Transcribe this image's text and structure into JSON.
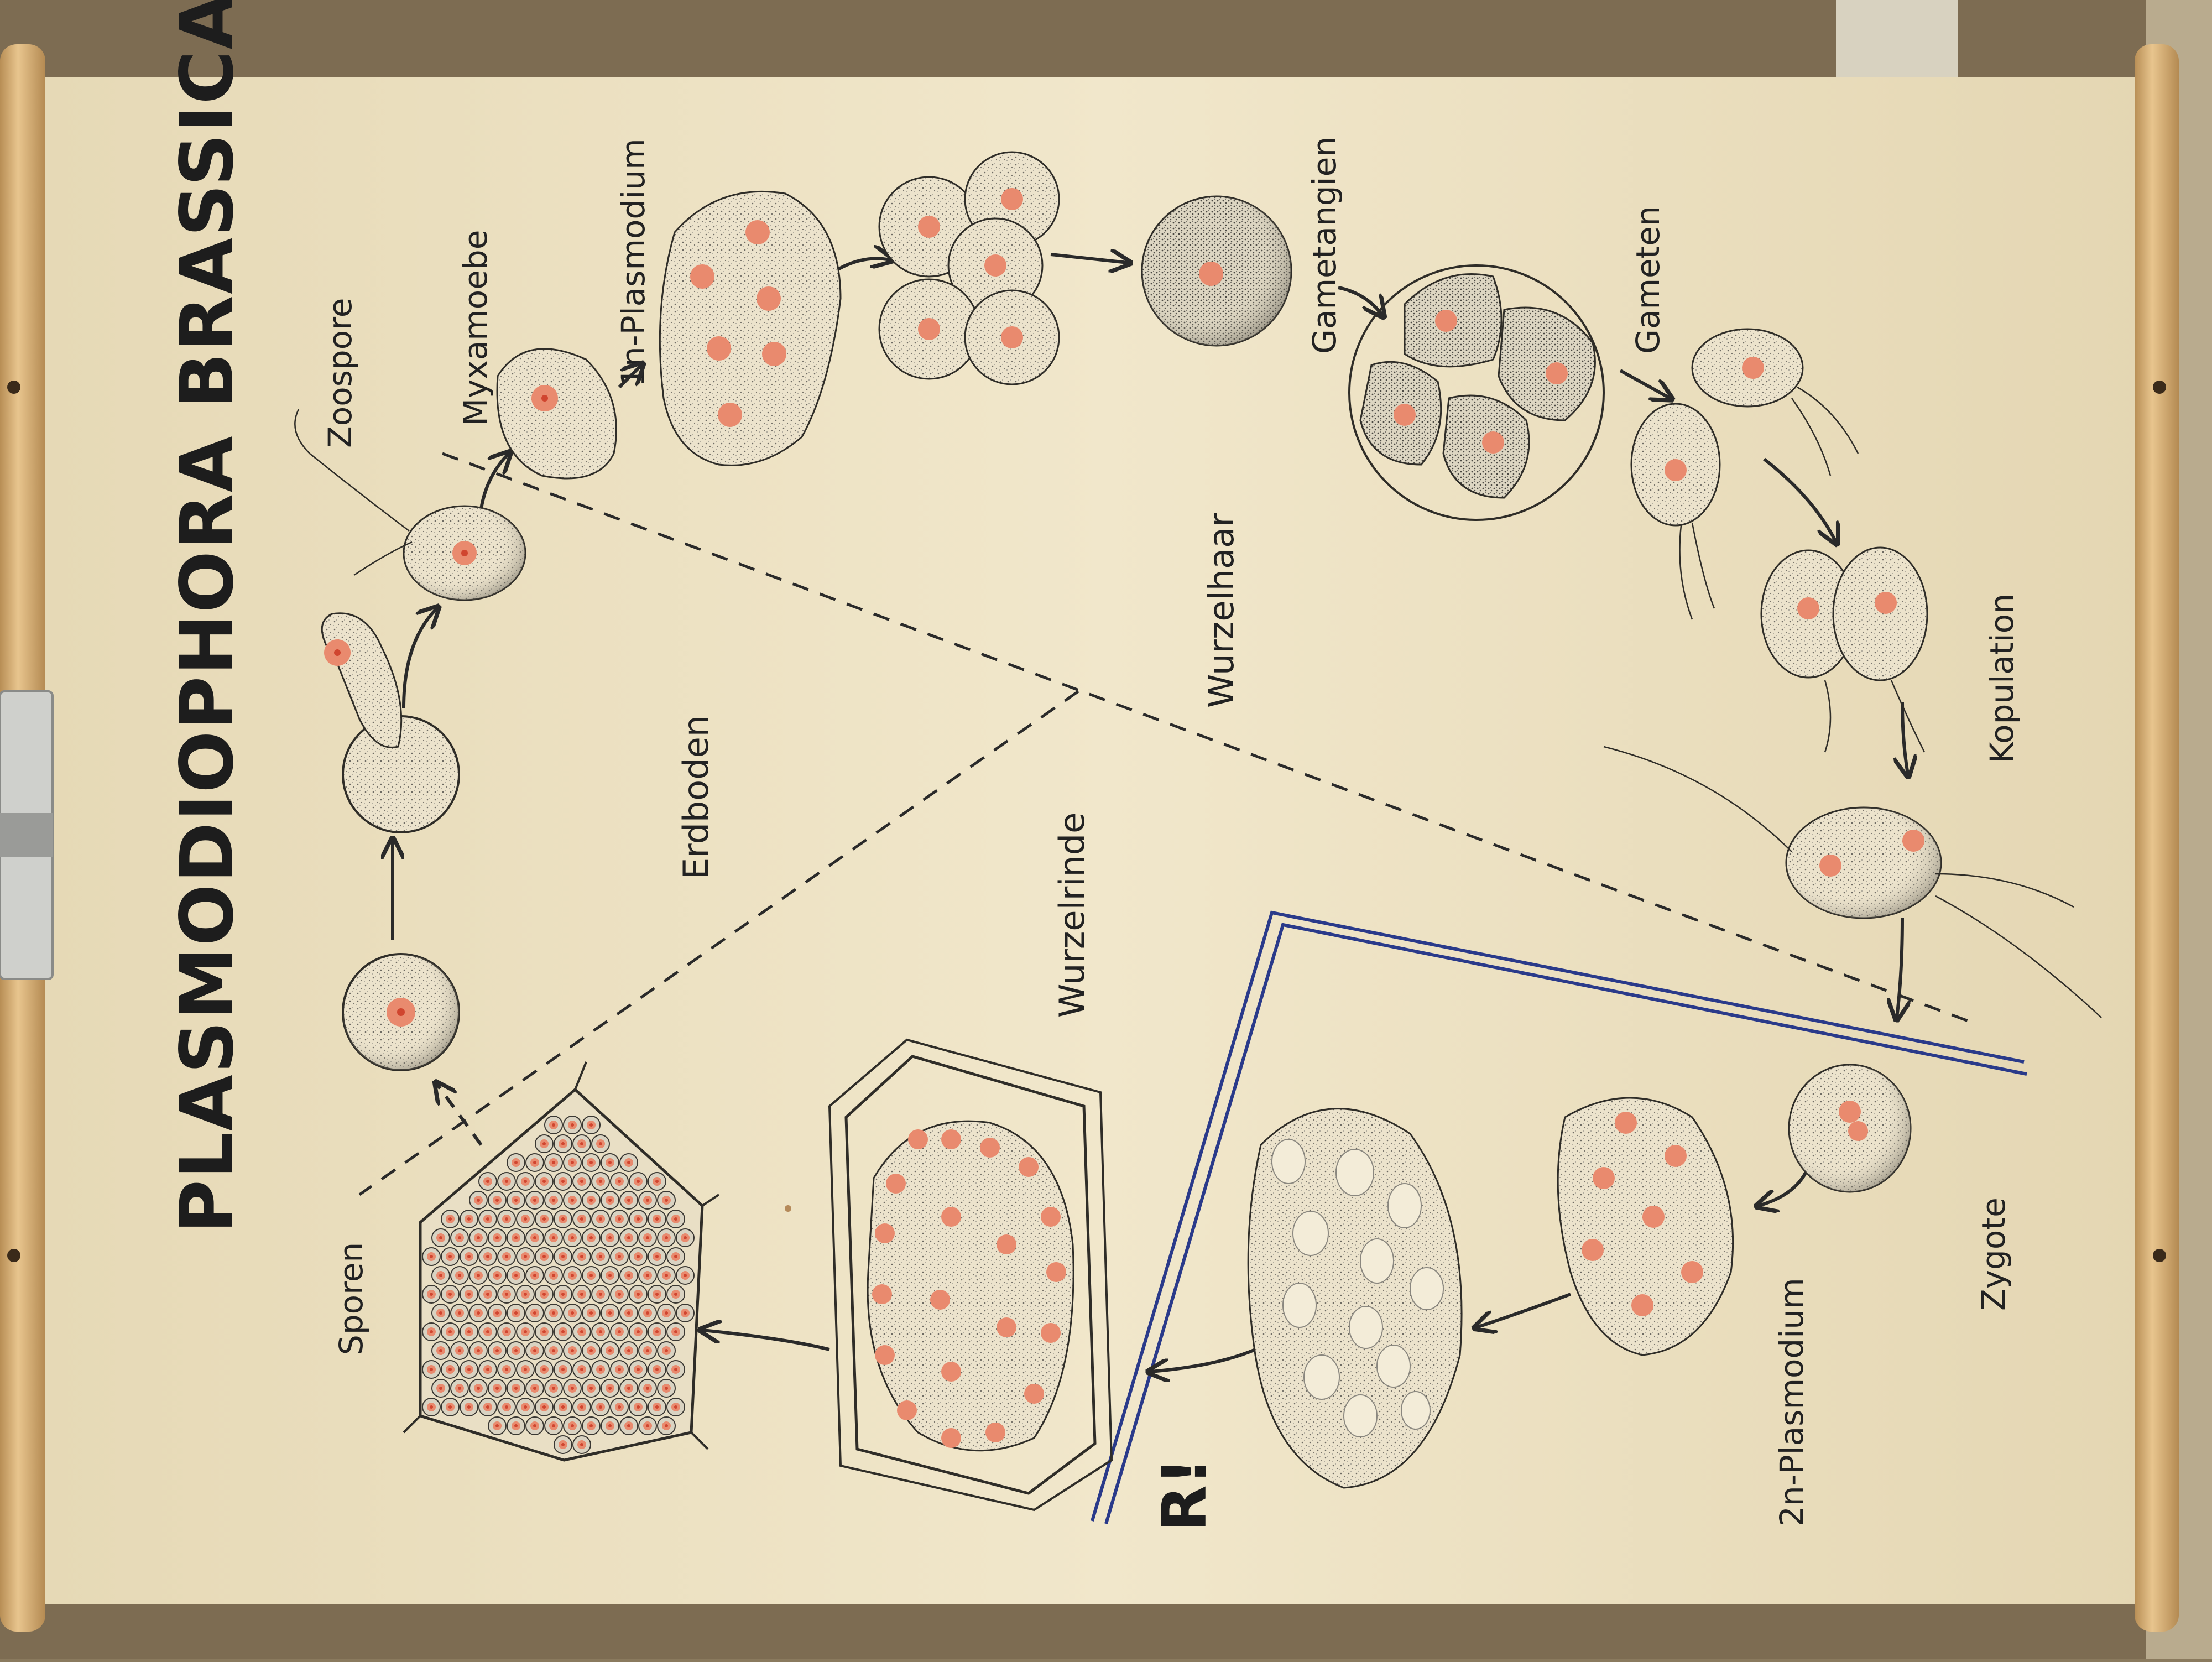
{
  "chart_title": "PLASMODIOPHORA   BRASSICAE",
  "labels": {
    "zoospore": "Zoospore",
    "myxamoebe": "Myxamoebe",
    "plasmodium_1n": "1n-Plasmodium",
    "gametangien": "Gametangien",
    "gameten": "Gameten",
    "kopulation": "Kopulation",
    "wurzelhaar": "Wurzelhaar",
    "erdboden": "Erdboden",
    "wurzelrinde": "Wurzelrinde",
    "sporen": "Sporen",
    "zygote": "Zygote",
    "plasmodium_2n": "2n-Plasmodium",
    "reduction_mark": "R!"
  },
  "colors": {
    "paper": "#efe4c6",
    "ink": "#2a2a2a",
    "nucleus": "#e98a6e",
    "nucleus_core": "#d0452f",
    "meiosis_line": "#2a3a8a",
    "roller": "#d9b27a"
  },
  "objects": {
    "poster": "wall-chart",
    "rollers": [
      "top-roller",
      "bottom-roller"
    ],
    "clip": "metal-clip"
  }
}
